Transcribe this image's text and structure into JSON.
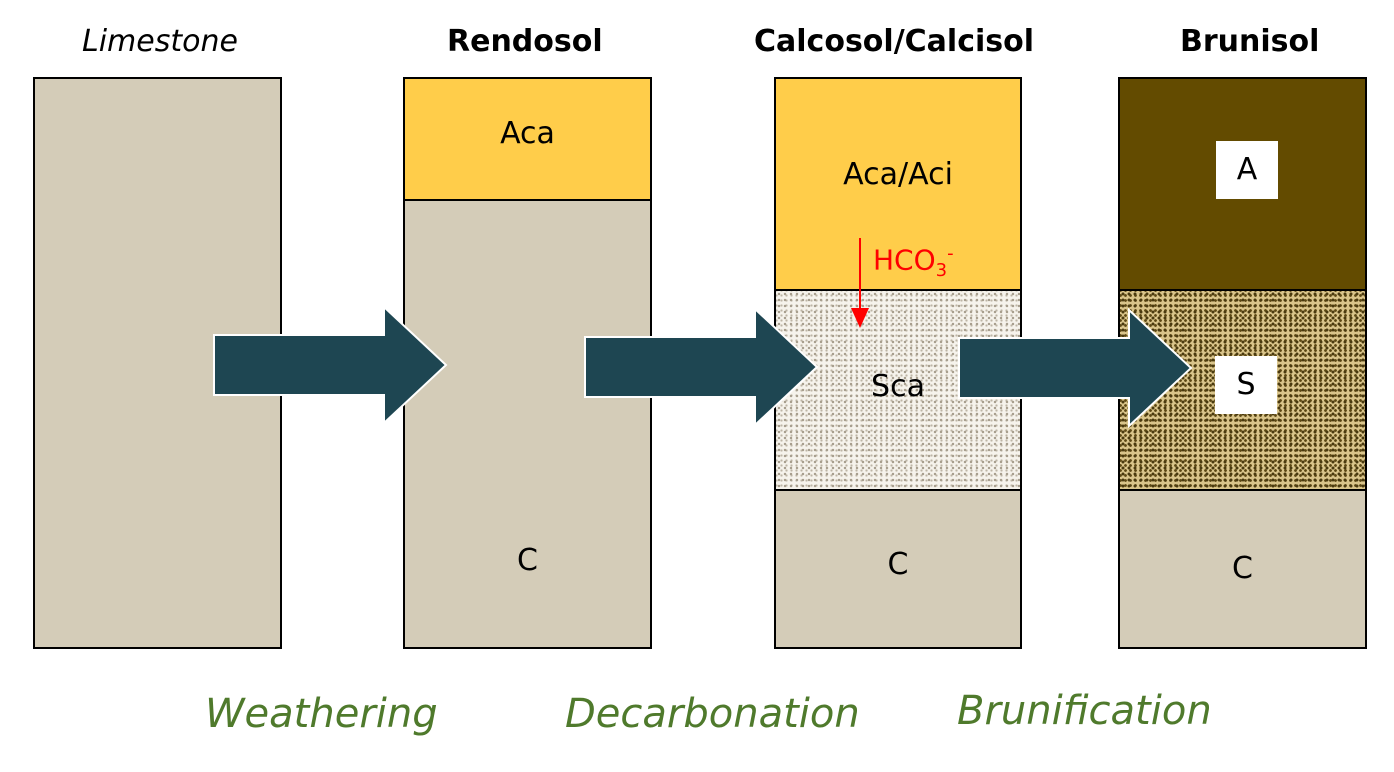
{
  "stages": [
    {
      "title": "Limestone"
    },
    {
      "title": "Rendosol"
    },
    {
      "title": "Calcosol/Calcisol"
    },
    {
      "title": "Brunisol"
    }
  ],
  "horizons": {
    "rendosol_top": "Aca",
    "rendosol_bottom": "C",
    "calcosol_top": "Aca/Aci",
    "calcosol_middle": "Sca",
    "calcosol_bottom": "C",
    "brunisol_top": "A",
    "brunisol_middle": "S",
    "brunisol_bottom": "C"
  },
  "leaching": {
    "text_main": "HCO",
    "text_sub": "3",
    "text_sup": "-",
    "color": "#ff0000"
  },
  "processes": [
    {
      "label": "Weathering"
    },
    {
      "label": "Decarbonation"
    },
    {
      "label": "Brunification"
    }
  ],
  "colors": {
    "parent_material": "#d4ccb8",
    "calcareous_horizon": "#ffcd4a",
    "humus_horizon": "#634b00",
    "arrow": "#1e4652",
    "process_text": "#4f7a2c"
  }
}
